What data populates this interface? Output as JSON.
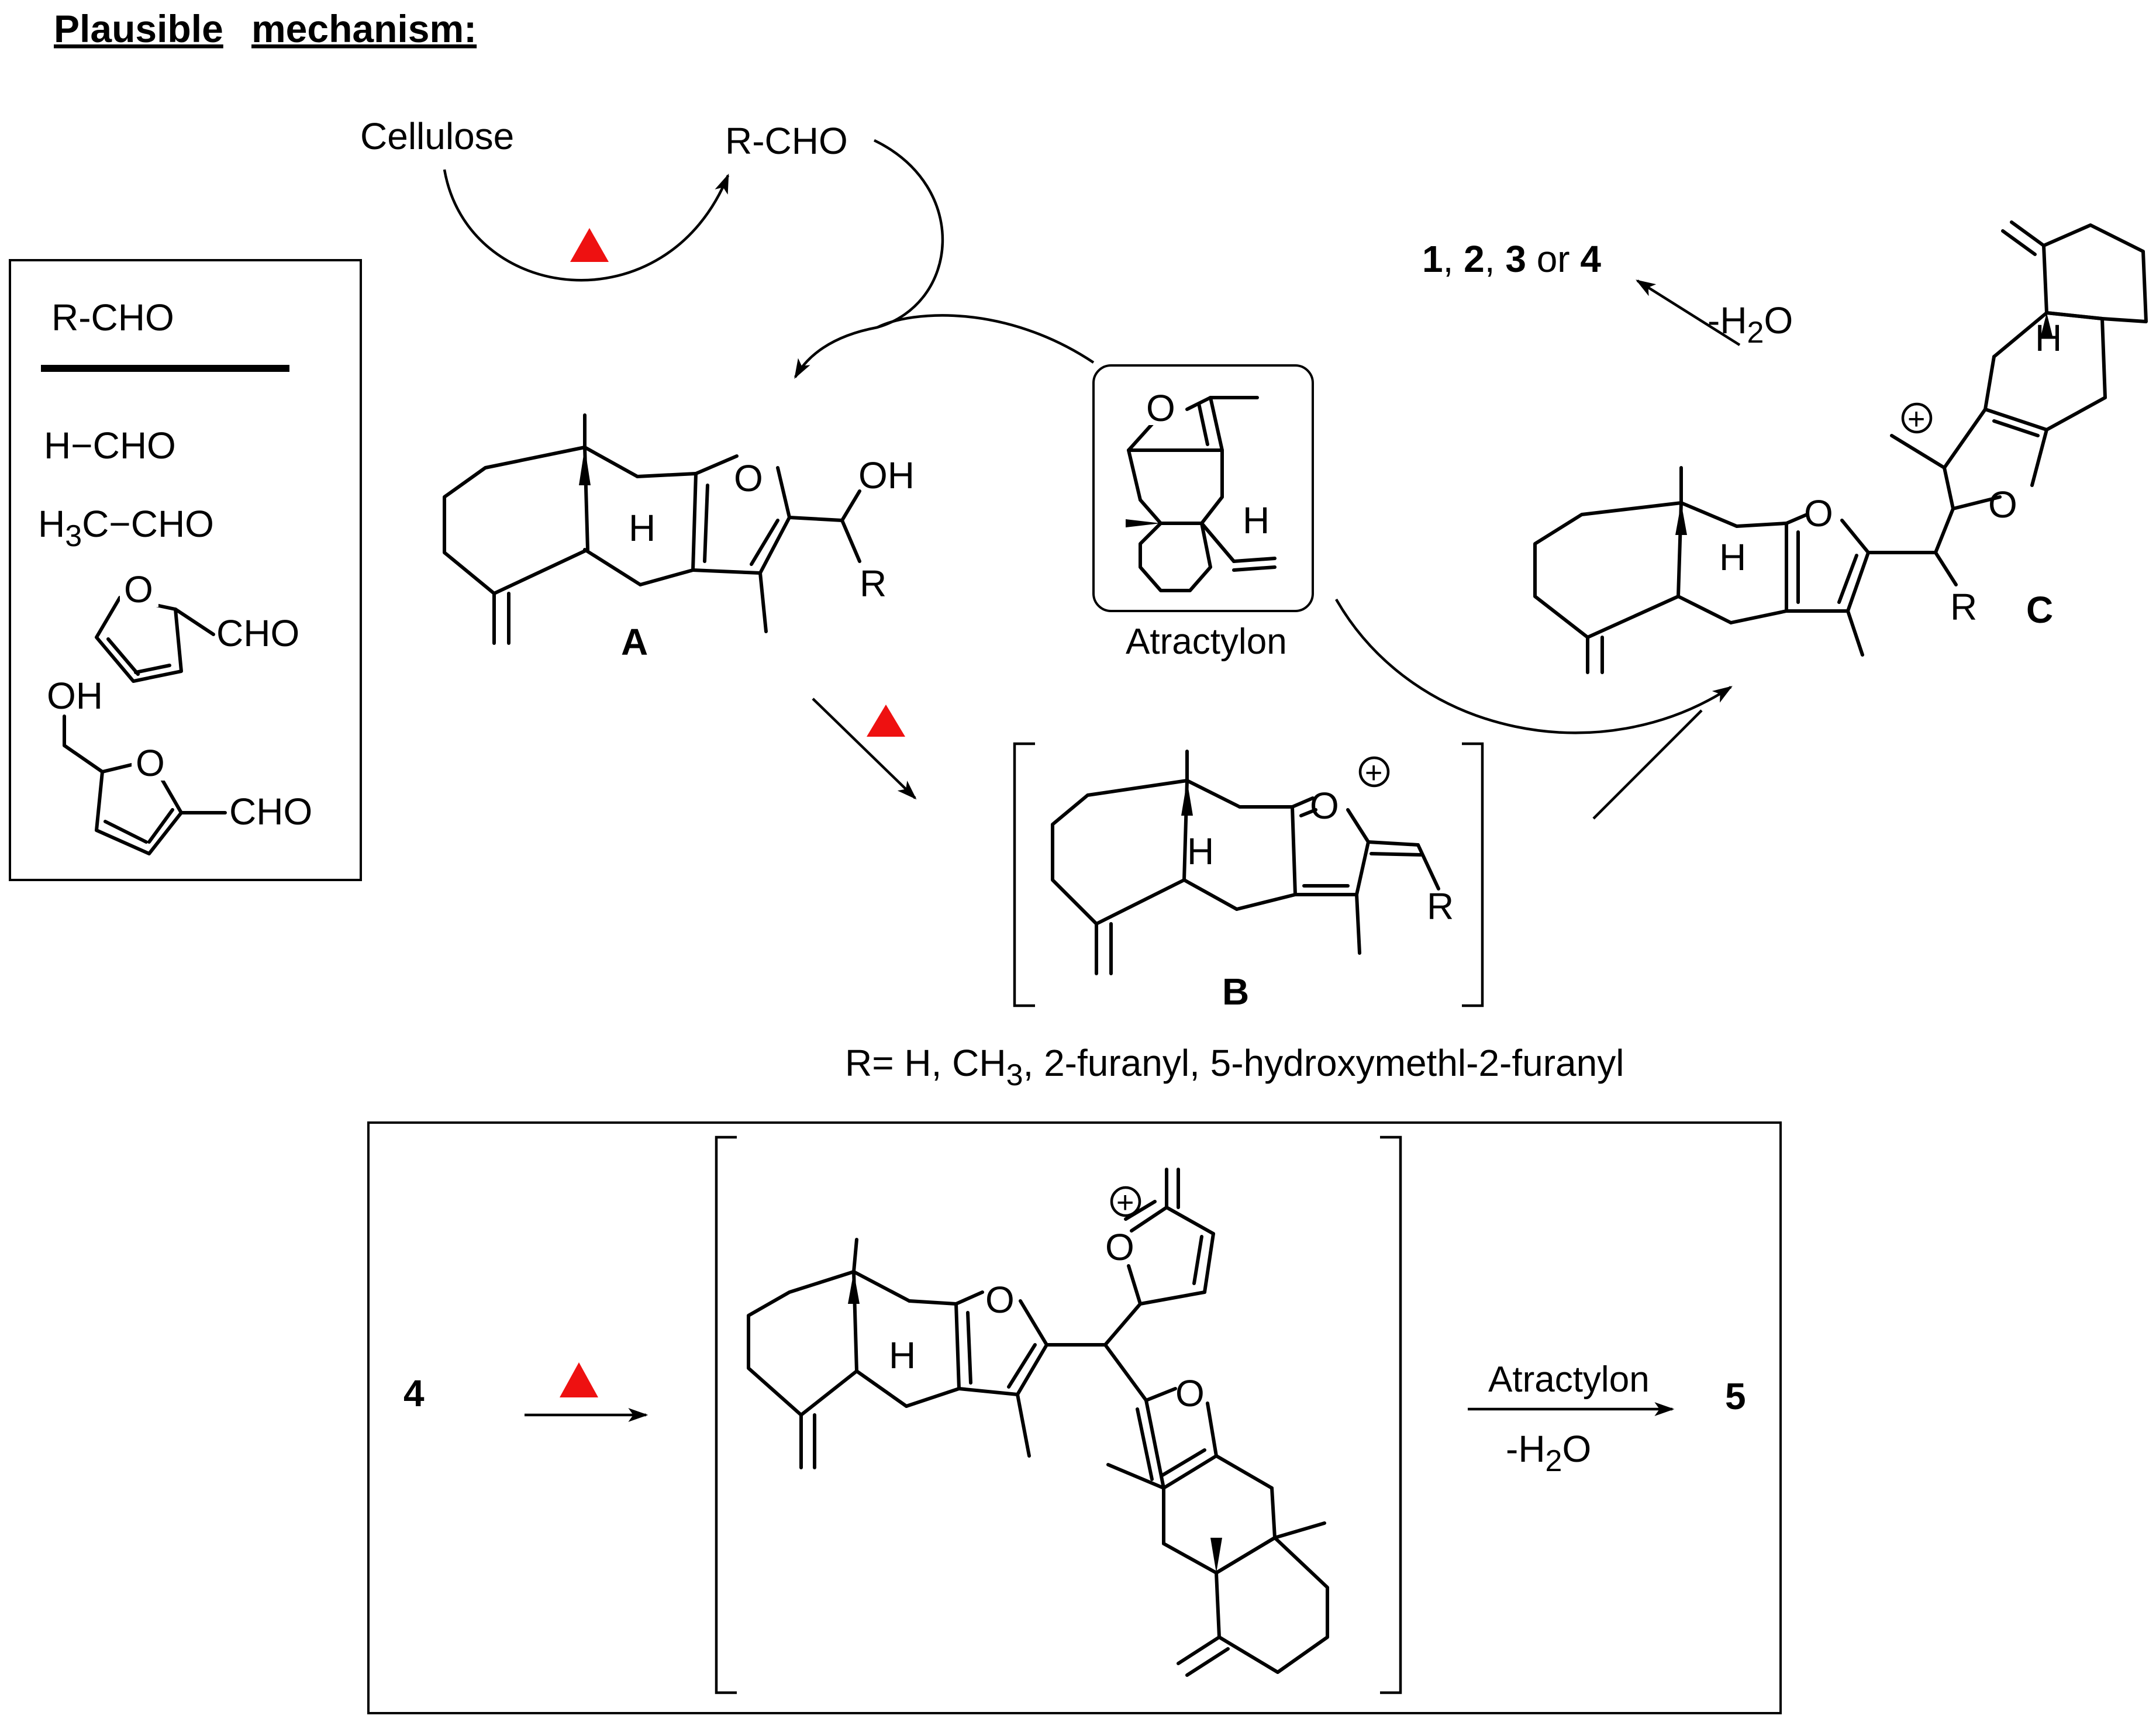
{
  "title_part1": "Plausible",
  "title_part2": "mechanism:",
  "cellulose": "Cellulose",
  "rcho_main": "R-CHO",
  "legend": {
    "header": "R-CHO",
    "hcho": "H−CHO",
    "acetaldehyde_h": "H",
    "acetaldehyde_sub": "3",
    "acetaldehyde_rest": "C−CHO",
    "furfural_cho": "CHO",
    "hmf_oh": "OH",
    "hmf_cho": "CHO"
  },
  "atractylon": "Atractylon",
  "atom_O": "O",
  "atom_OH": "OH",
  "atom_H": "H",
  "atom_R": "R",
  "plus": "+",
  "label_A": "A",
  "label_B": "B",
  "label_C": "C",
  "products": {
    "p1": "1",
    "sep1": ", ",
    "p2": "2",
    "sep2": ", ",
    "p3": "3",
    "or": " or ",
    "p4": "4"
  },
  "dehydration": {
    "minus_h": "-H",
    "sub": "2",
    "o": "O"
  },
  "r_definition": {
    "part1": "R= H, CH",
    "sub": "3",
    "part2": ", 2-furanyl, 5-hydroxymethl-2-furanyl"
  },
  "bottom": {
    "compound_4": "4",
    "compound_5": "5",
    "reagent": "Atractylon",
    "minus_h": "-H",
    "sub": "2",
    "o": "O"
  },
  "colors": {
    "heat_triangle": "#ee1111",
    "ink": "#000000"
  }
}
